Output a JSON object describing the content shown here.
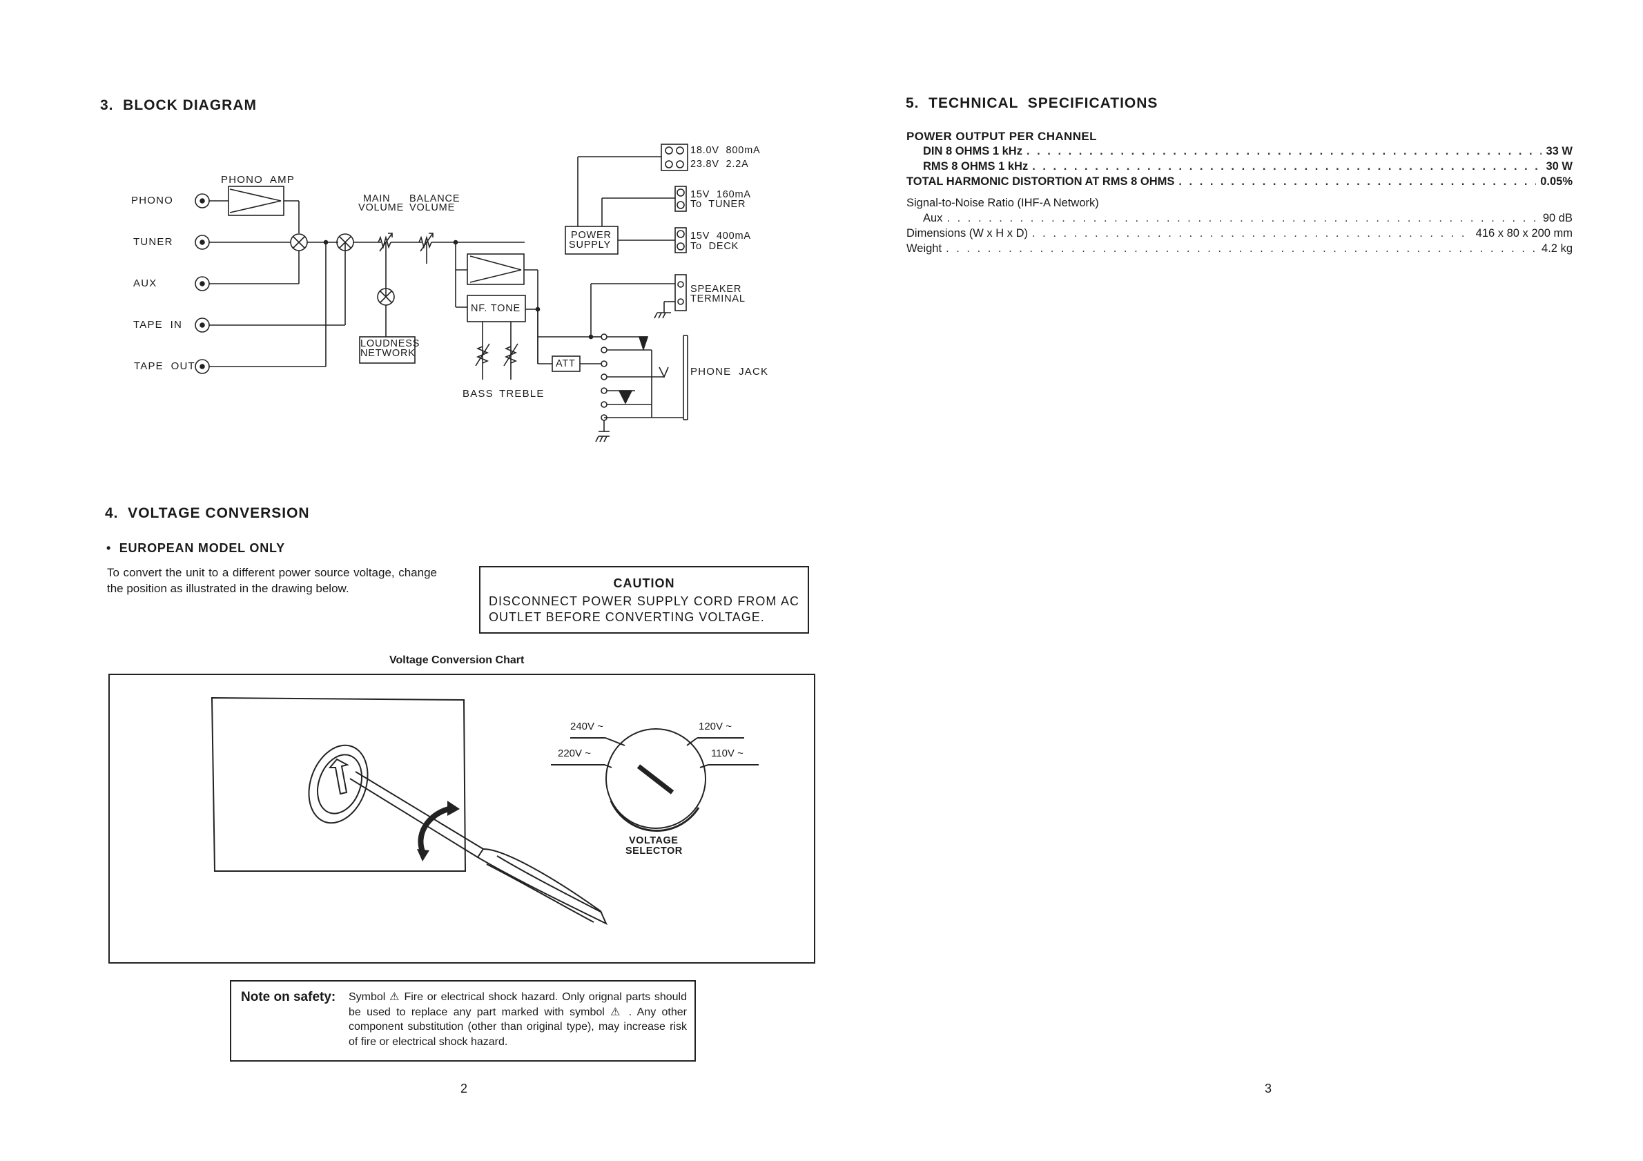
{
  "block_diagram": {
    "heading": "3.  BLOCK DIAGRAM",
    "inputs": [
      "PHONO",
      "TUNER",
      "AUX",
      "TAPE  IN",
      "TAPE  OUT"
    ],
    "phono_amp": "PHONO  AMP",
    "main_volume": [
      "MAIN",
      "VOLUME"
    ],
    "balance_volume": [
      "BALANCE",
      "VOLUME"
    ],
    "loudness_network": [
      "LOUDNESS",
      "NETWORK"
    ],
    "nf_tone": "NF. TONE",
    "bass": "BASS",
    "treble": "TREBLE",
    "att": "ATT",
    "power_supply": [
      "POWER",
      "SUPPLY"
    ],
    "outlet_1": [
      "18.0V  800mA",
      "23.8V  2.2A"
    ],
    "outlet_2": [
      "15V  160mA",
      "To  TUNER"
    ],
    "outlet_3": [
      "15V  400mA",
      "To  DECK"
    ],
    "speaker_terminal": [
      "SPEAKER",
      "TERMINAL"
    ],
    "phone_jack": "PHONE  JACK"
  },
  "voltage_conversion": {
    "heading": "4.  VOLTAGE CONVERSION",
    "subheading": "•  EUROPEAN MODEL ONLY",
    "instruction": "To convert the unit to a different power source voltage, change the position as illustrated in the drawing below.",
    "caution_title": "CAUTION",
    "caution_text": "DISCONNECT POWER SUPPLY CORD FROM AC OUTLET BEFORE CONVERTING VOLTAGE.",
    "chart_title": "Voltage Conversion Chart",
    "voltages": [
      "240V ~",
      "120V ~",
      "220V ~",
      "110V ~"
    ],
    "selector_label": [
      "VOLTAGE",
      "SELECTOR"
    ]
  },
  "safety_note": {
    "label": "Note on safety:",
    "text": "Symbol ⚠  Fire or electrical shock hazard. Only orignal parts should be used to replace any part marked with symbol ⚠ . Any other component substitution (other than original type), may increase risk of fire or electrical shock hazard."
  },
  "page_numbers": {
    "left": "2",
    "right": "3"
  },
  "specifications": {
    "heading": "5.  TECHNICAL  SPECIFICATIONS",
    "power_output_title": "POWER OUTPUT PER CHANNEL",
    "rows": [
      {
        "name": "DIN 8 OHMS 1 kHz",
        "value": "33 W"
      },
      {
        "name": "RMS 8 OHMS 1 kHz",
        "value": "30 W"
      },
      {
        "name": "TOTAL HARMONIC DISTORTION AT RMS 8 OHMS",
        "value": "0.05%"
      }
    ],
    "snr_title": "Signal-to-Noise Ratio (IHF-A Network)",
    "rows2": [
      {
        "name": "Aux",
        "value": "90 dB"
      },
      {
        "name": "Dimensions (W x H x D)",
        "value": "416 x 80 x 200 mm"
      },
      {
        "name": "Weight",
        "value": "4.2 kg"
      }
    ]
  }
}
